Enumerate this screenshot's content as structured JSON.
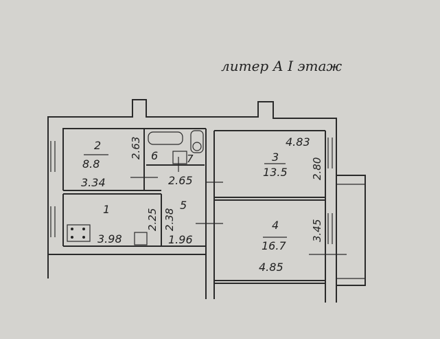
{
  "title": "литер А I этаж",
  "rooms": [
    {
      "number": "1",
      "width": "3.98",
      "height_a": "2.25"
    },
    {
      "number": "2",
      "area": "8.8",
      "width": "3.34",
      "height": "2.63"
    },
    {
      "number": "3",
      "area": "13.5",
      "width": "4.83",
      "height": "2.80"
    },
    {
      "number": "4",
      "area": "16.7",
      "width": "4.85",
      "height": "3.45"
    },
    {
      "number": "5",
      "width": "1.96",
      "height": "2.38"
    },
    {
      "number": "6",
      "width": "2.65"
    },
    {
      "number": "7"
    }
  ]
}
